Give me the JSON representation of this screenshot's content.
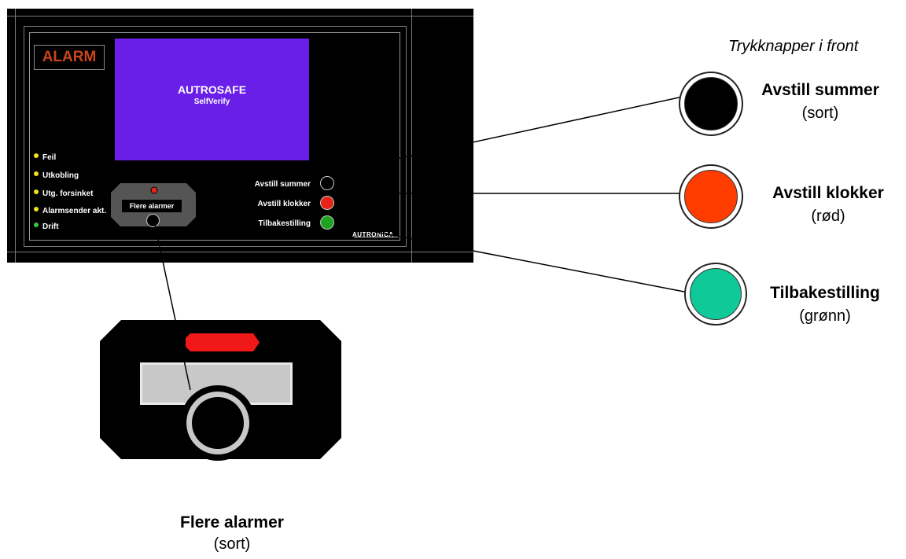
{
  "panel": {
    "alarm_label": "ALARM",
    "screen_title": "AUTROSAFE",
    "screen_subtitle": "SelfVerify",
    "indicators": [
      {
        "label": "Feil",
        "color": "#f3e21c"
      },
      {
        "label": "Utkobling",
        "color": "#f3e21c"
      },
      {
        "label": "Utg. forsinket",
        "color": "#f3e21c"
      },
      {
        "label": "Alarmsender akt.",
        "color": "#f3e21c"
      },
      {
        "label": "Drift",
        "color": "#34c93a"
      }
    ],
    "buttons": [
      {
        "label": "Avstill summer",
        "color": "#000000"
      },
      {
        "label": "Avstill klokker",
        "color": "#e8231a"
      },
      {
        "label": "Tilbakestilling",
        "color": "#1ea31e"
      }
    ],
    "flere_label": "Flere alarmer",
    "brand": "AUTRONICA"
  },
  "callouts": {
    "caption": "Trykknapper i front",
    "items": [
      {
        "name": "Avstill summer",
        "color_name": "(sort)",
        "color": "#000000"
      },
      {
        "name": "Avstill klokker",
        "color_name": "(rød)",
        "color": "#ff3d00"
      },
      {
        "name": "Tilbakestilling",
        "color_name": "(grønn)",
        "color": "#10c999"
      }
    ],
    "flere": {
      "name": "Flere alarmer",
      "color_name": "(sort)"
    }
  }
}
